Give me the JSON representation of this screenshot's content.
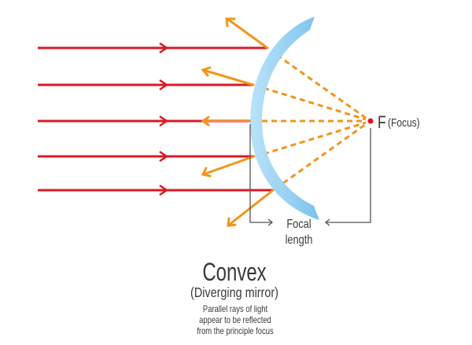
{
  "diagram": {
    "focus_label": "F",
    "focus_sub": "(Focus)",
    "focal_length_line1": "Focal",
    "focal_length_line2": "length",
    "title": "Convex",
    "subtitle": "(Diverging mirror)",
    "description": [
      "Parallel rays of light",
      "appear to be reflected",
      "from the principle focus"
    ]
  },
  "colors": {
    "incident": "#d91b24",
    "reflected": "#f0961e",
    "mirror": "#8fcdf0",
    "focus": "#e3151f",
    "text": "#3a3a3a"
  }
}
